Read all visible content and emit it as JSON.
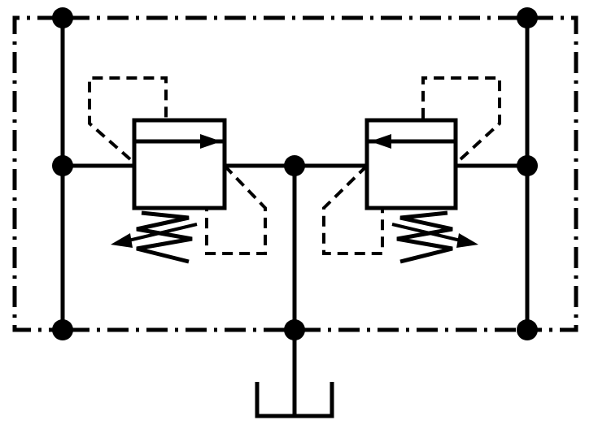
{
  "diagram": {
    "kind": "hydraulic-dual-pressure-relief-valve-symbol",
    "colors": {
      "stroke": "#000000",
      "background": "#ffffff",
      "fill": "#ffffff"
    },
    "components": [
      {
        "id": "enclosure",
        "type": "assembly-boundary",
        "line_style": "dash-dot"
      },
      {
        "id": "relief-valve-left",
        "type": "pressure-relief-valve",
        "arrow_direction": "right",
        "spring": "adjustable"
      },
      {
        "id": "relief-valve-right",
        "type": "pressure-relief-valve",
        "arrow_direction": "left",
        "spring": "adjustable"
      },
      {
        "id": "tank",
        "type": "reservoir"
      }
    ]
  }
}
